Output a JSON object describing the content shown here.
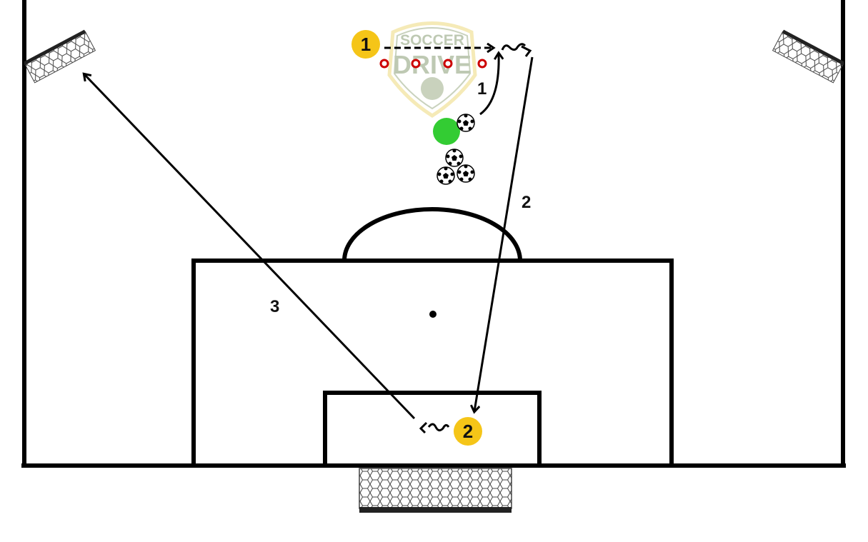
{
  "logo": {
    "line1": "SOCCER",
    "line2": "DRIVE"
  },
  "players": [
    {
      "id": "player-1",
      "label": "1",
      "color": "#f5c518"
    },
    {
      "id": "player-2",
      "label": "2",
      "color": "#f5c518"
    }
  ],
  "actions": [
    {
      "label": "1",
      "type": "pass"
    },
    {
      "label": "2",
      "type": "pass"
    },
    {
      "label": "3",
      "type": "shot"
    }
  ],
  "colors": {
    "server": "#33cc33",
    "cone": "#cc0000",
    "lines": "#000000",
    "logo": "#9bb08a"
  }
}
